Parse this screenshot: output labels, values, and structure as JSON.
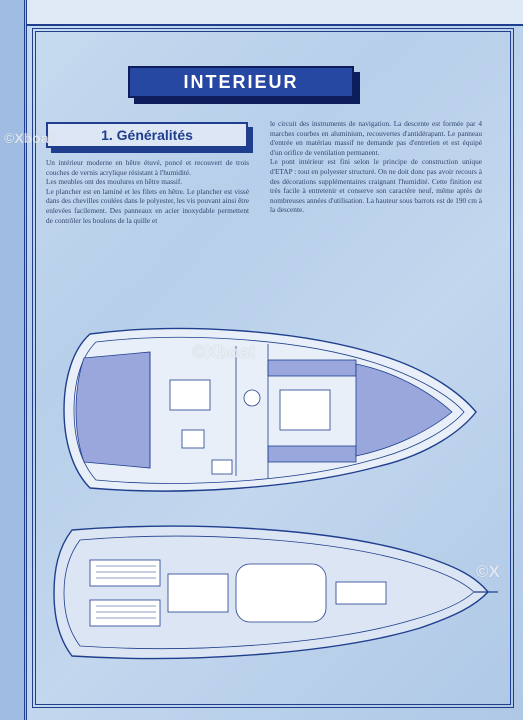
{
  "title": "INTERIEUR",
  "section_heading": "1. Généralités",
  "left_column": [
    "Un intérieur moderne en hêtre étuvé, poncé et recouvert de trois couches de vernis acrylique résistant à l'humidité.",
    "Les meubles ont des moulures en hêtre massif.",
    "Le plancher est en laminé et les filets en hêtre. Le plancher est vissé dans des chevilles coulées dans le polyester, les vis pouvant ainsi être enlevées facilement. Des panneaux en acier inoxydable permettent de contrôler les boulons de la quille et"
  ],
  "right_column": [
    "le circuit des instruments de navigation. La descente est formée par 4 marches courbes en aluminium, recouvertes d'antidérapant. Le panneau d'entrée en matériau massif ne demande pas d'entretien et est équipé d'un orifice de ventilation permanent.",
    "Le pont intérieur est fini selon le principe de construction unique d'ETAP : tout en polyester structuré. On ne doit donc pas avoir recours à des décorations supplémentaires craignant l'humidité. Cette finition est très facile à entretenir et conserve son caractère neuf, même après de nombreuses années d'utilisation. La hauteur sous barrots est de 190 cm à la descente."
  ],
  "watermarks": [
    "©Xboat",
    "©X",
    "©Xboat"
  ]
}
